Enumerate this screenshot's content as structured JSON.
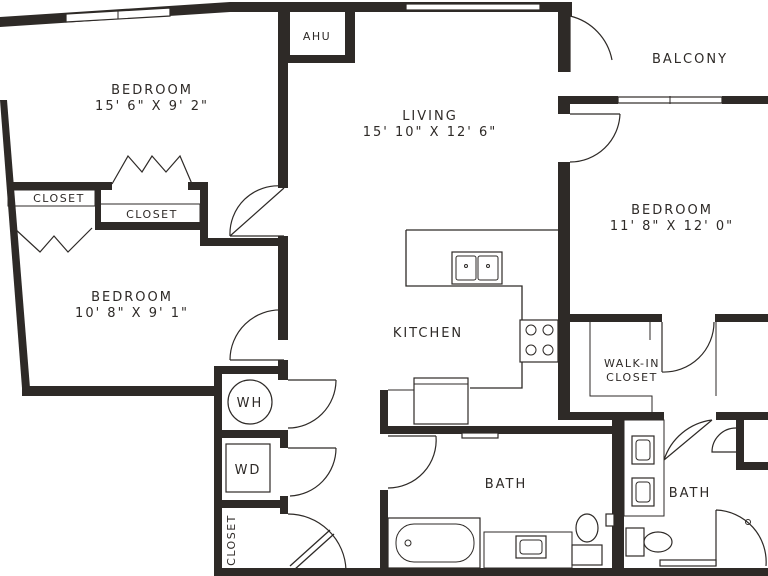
{
  "rooms": {
    "bedroom_top_left": {
      "name": "BEDROOM",
      "size": "15' 6\" X 9' 2\""
    },
    "bedroom_bottom_left": {
      "name": "BEDROOM",
      "size": "10' 8\" X 9' 1\""
    },
    "living": {
      "name": "LIVING",
      "size": "15' 10\" X 12' 6\""
    },
    "bedroom_right": {
      "name": "BEDROOM",
      "size": "11' 8\" X 12' 0\""
    },
    "balcony": {
      "name": "BALCONY"
    },
    "kitchen": {
      "name": "KITCHEN"
    },
    "bath_center": {
      "name": "BATH"
    },
    "bath_right": {
      "name": "BATH"
    },
    "walk_in_closet": {
      "line1": "WALK-IN",
      "line2": "CLOSET"
    },
    "closet_top": {
      "name": "CLOSET"
    },
    "closet_left": {
      "name": "CLOSET"
    },
    "closet_bottom": {
      "name": "CLOSET"
    },
    "ahu": {
      "name": "AHU"
    },
    "water_heater": {
      "name": "WH"
    },
    "washer_dryer": {
      "name": "WD"
    }
  }
}
